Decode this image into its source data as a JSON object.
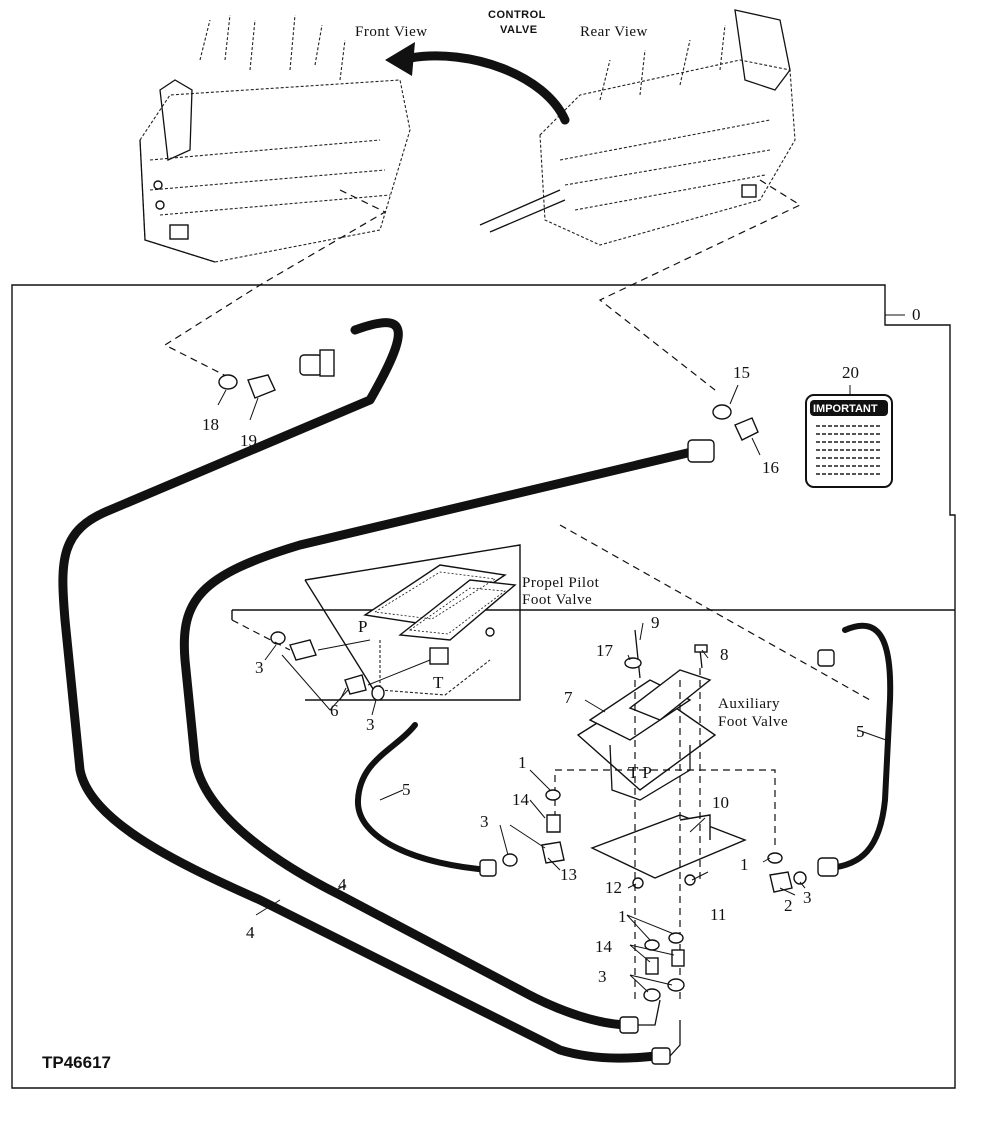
{
  "diagram": {
    "control_valve_label": [
      "CONTROL",
      "VALVE"
    ],
    "front_view_label": "Front View",
    "rear_view_label": "Rear View",
    "propel_label": [
      "Propel Pilot",
      "Foot Valve"
    ],
    "auxiliary_label": [
      "Auxiliary",
      "Foot Valve"
    ],
    "important_label": "IMPORTANT",
    "figure_code": "TP46617",
    "port_p": "P",
    "port_t": "T",
    "port_pt": "T P",
    "callouts": {
      "c0": "0",
      "c1a": "1",
      "c1b": "1",
      "c1c": "1",
      "c2": "2",
      "c3a": "3",
      "c3b": "3",
      "c3c": "3",
      "c3d": "3",
      "c3e": "3",
      "c4a": "4",
      "c4b": "4",
      "c5a": "5",
      "c5b": "5",
      "c6": "6",
      "c7": "7",
      "c8": "8",
      "c9": "9",
      "c10": "10",
      "c11": "11",
      "c12": "12",
      "c13": "13",
      "c14a": "14",
      "c14b": "14",
      "c15": "15",
      "c16": "16",
      "c17": "17",
      "c18": "18",
      "c19": "19",
      "c20": "20"
    }
  }
}
